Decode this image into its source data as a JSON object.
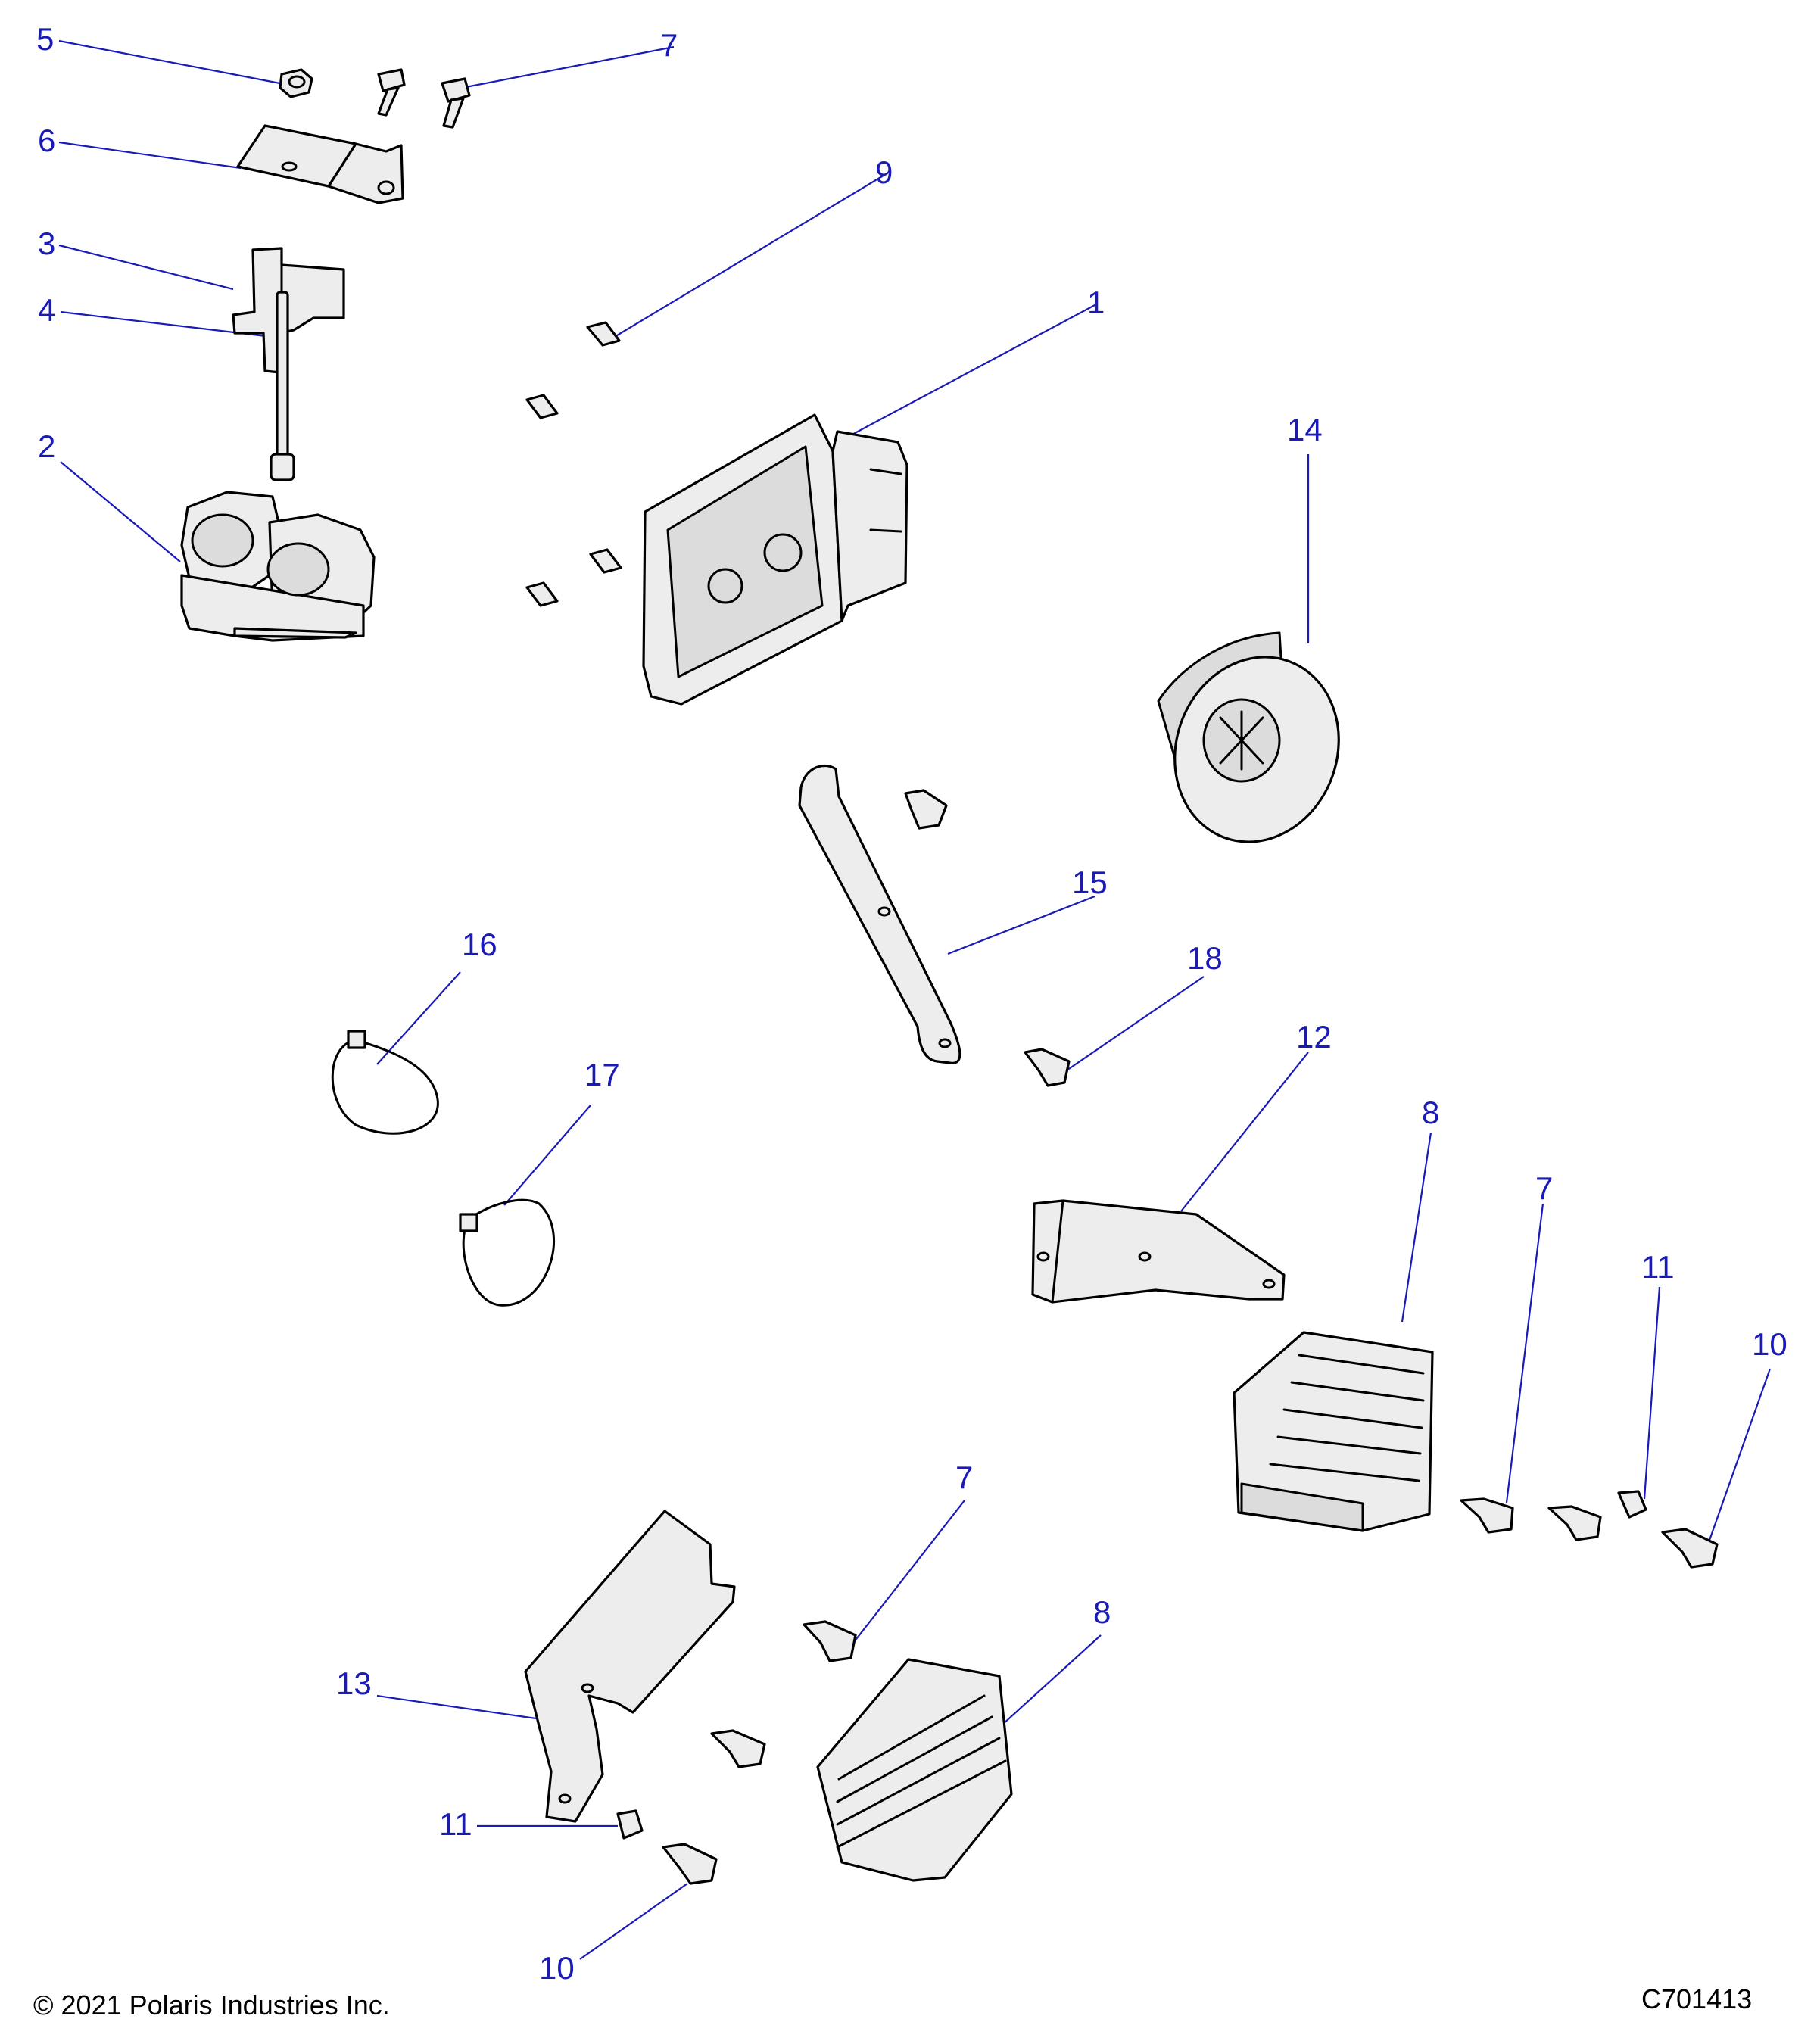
{
  "callouts": [
    "1",
    "2",
    "3",
    "4",
    "5",
    "6",
    "7",
    "8",
    "9",
    "10",
    "11",
    "12",
    "13",
    "14",
    "15",
    "16",
    "17",
    "18"
  ],
  "labels": {
    "c1": "1",
    "c2": "2",
    "c3": "3",
    "c4": "4",
    "c5": "5",
    "c6": "6",
    "c7a": "7",
    "c7b": "7",
    "c7c": "7",
    "c8a": "8",
    "c8b": "8",
    "c9": "9",
    "c10a": "10",
    "c10b": "10",
    "c11a": "11",
    "c11b": "11",
    "c12": "12",
    "c13": "13",
    "c14": "14",
    "c15": "15",
    "c16": "16",
    "c17": "17",
    "c18": "18"
  },
  "footer": {
    "copyright": "© 2021 Polaris Industries Inc.",
    "code": "C701413"
  },
  "colors": {
    "callout": "#1a1ab8",
    "line": "#000000",
    "fill": "#ededed"
  }
}
